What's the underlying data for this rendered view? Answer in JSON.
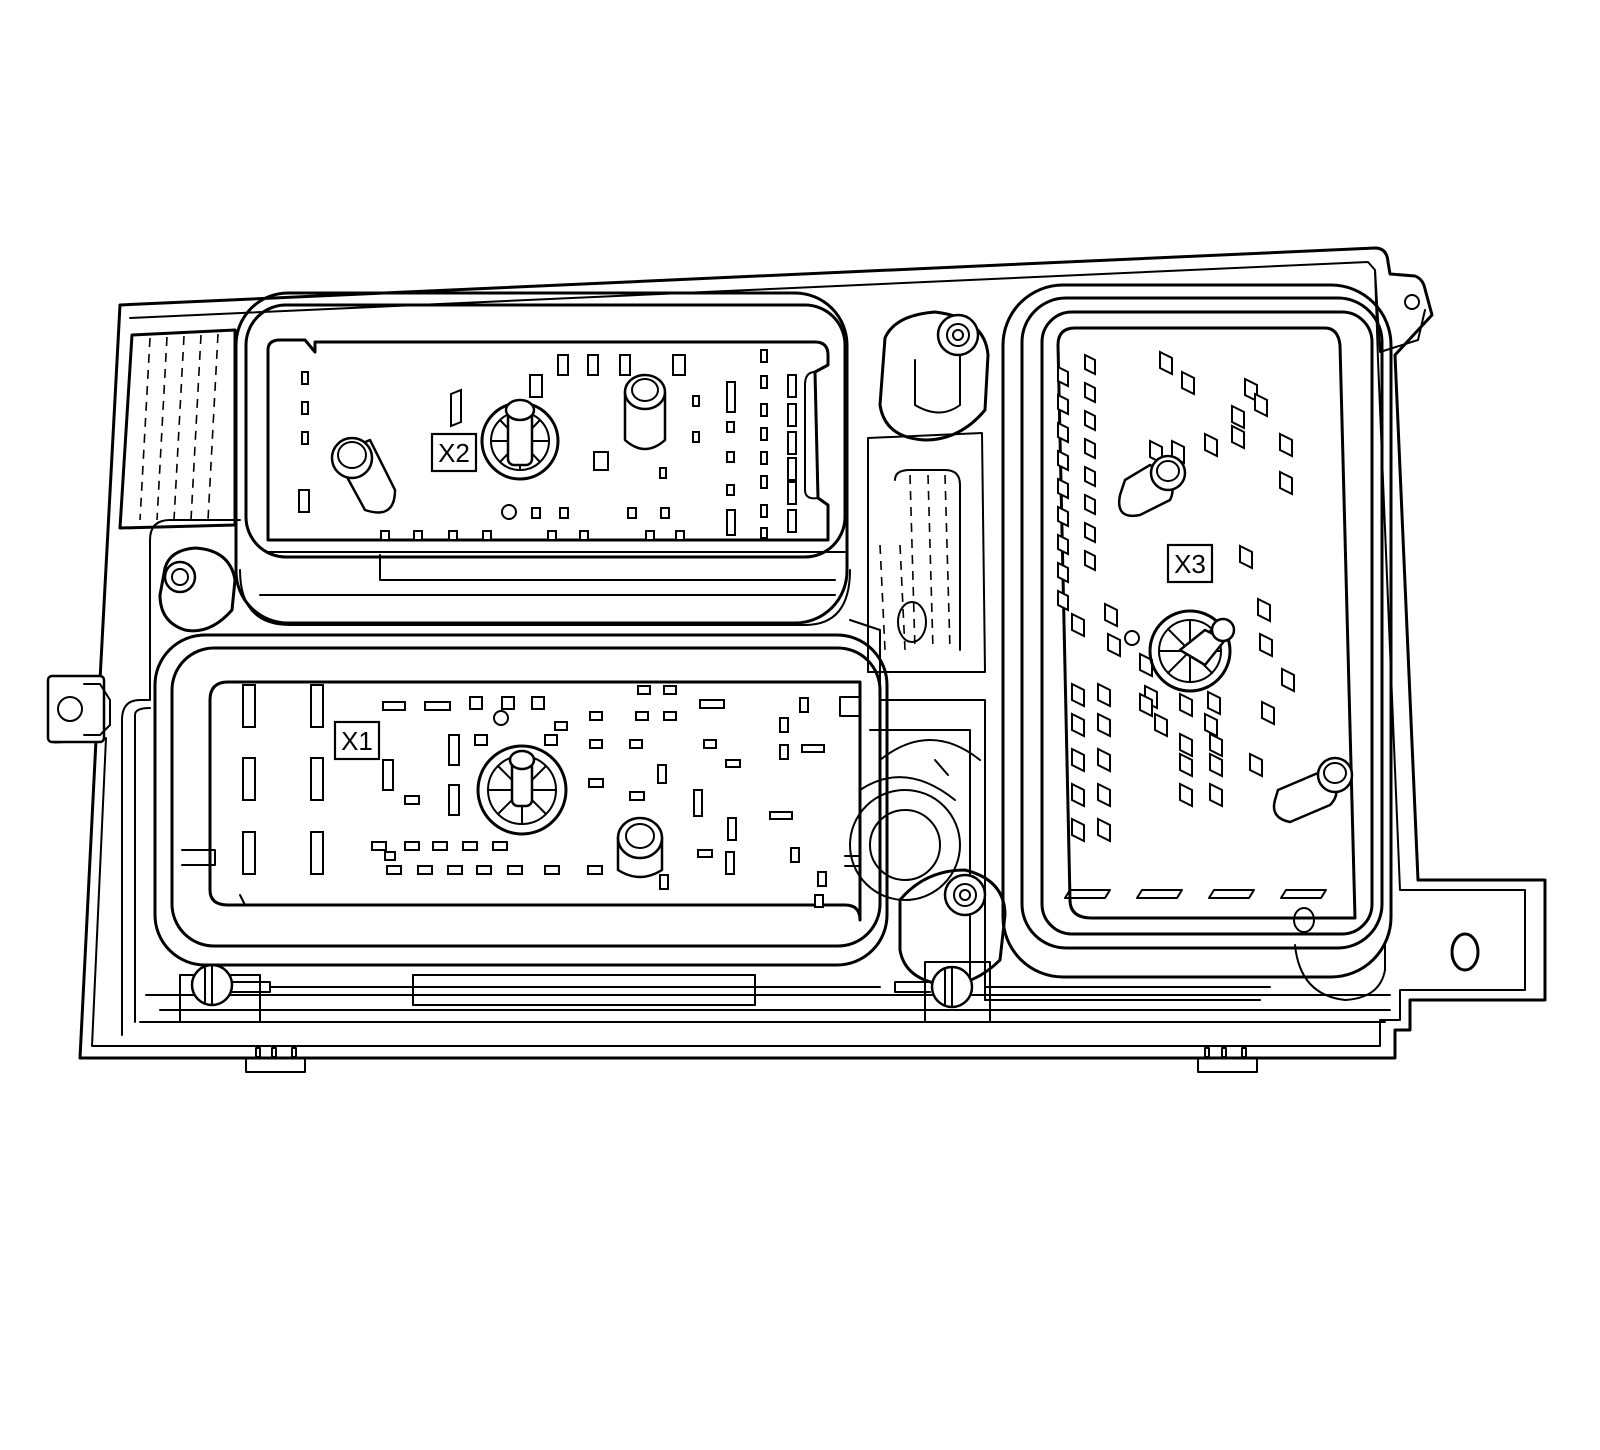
{
  "connectors": [
    {
      "id": "x1",
      "label": "X1"
    },
    {
      "id": "x2",
      "label": "X2"
    },
    {
      "id": "x3",
      "label": "X3"
    }
  ]
}
